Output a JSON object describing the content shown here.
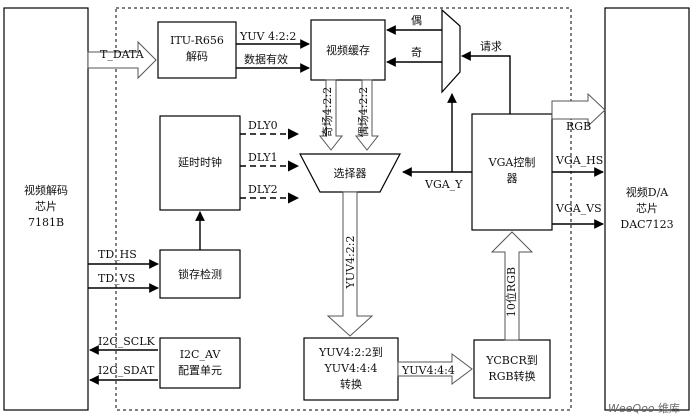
{
  "blocks": {
    "decoder_chip": [
      "视频解码",
      "芯片",
      "7181B"
    ],
    "itu": [
      "ITU-R656",
      "解码"
    ],
    "video_buffer": "视频缓存",
    "delay_clock": "延时时钟",
    "latch_detect": "锁存检测",
    "i2c_config": [
      "I2C_AV",
      "配置单元"
    ],
    "selector": "选择器",
    "vga_controller": [
      "VGA控制",
      "器"
    ],
    "yuv_convert": [
      "YUV4:2:2到",
      "YUV4:4:4",
      "转换"
    ],
    "ycbcr_convert": [
      "YCBCR到",
      "RGB转换"
    ],
    "dac_chip": [
      "视频D/A",
      "芯片",
      "DAC7123"
    ]
  },
  "signals": {
    "t_data": "T_DATA",
    "yuv422_top": "YUV 4:2:2",
    "data_valid": "数据有效",
    "even": "偶",
    "odd": "奇",
    "request": "请求",
    "odd_yuv": "奇场4:2:2",
    "even_yuv": "偶场4:2:2",
    "dly0": "DLY0",
    "dly1": "DLY1",
    "dly2": "DLY2",
    "vga_y": "VGA_Y",
    "rgb": "RGB",
    "vga_hs": "VGA_HS",
    "vga_vs": "VGA_VS",
    "td_hs": "TD_HS",
    "td_vs": "TD_VS",
    "i2c_sclk": "I2C_SCLK",
    "i2c_sdat": "I2C_SDAT",
    "yuv422_vert": "YUV4:2:2",
    "rgb_10bit": "10位RGB",
    "yuv444": "YUV4:4:4"
  },
  "watermark": {
    "brand": "WeeQoo",
    "suffix": "维库"
  }
}
